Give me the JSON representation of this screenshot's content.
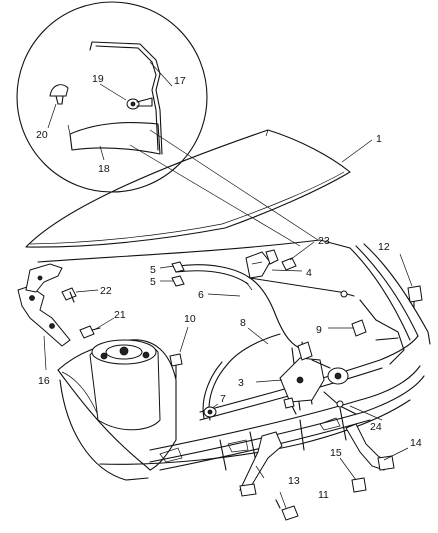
{
  "callouts": {
    "c1": "1",
    "c3": "3",
    "c4": "4",
    "c5": "5",
    "c6": "6",
    "c7": "7",
    "c8": "8",
    "c9": "9",
    "c10": "10",
    "c11": "11",
    "c12": "12",
    "c13": "13",
    "c14": "14",
    "c15": "15",
    "c16": "16",
    "c17": "17",
    "c18": "18",
    "c19": "19",
    "c20": "20",
    "c21": "21",
    "c22": "22",
    "c23": "23",
    "c24": "24"
  }
}
